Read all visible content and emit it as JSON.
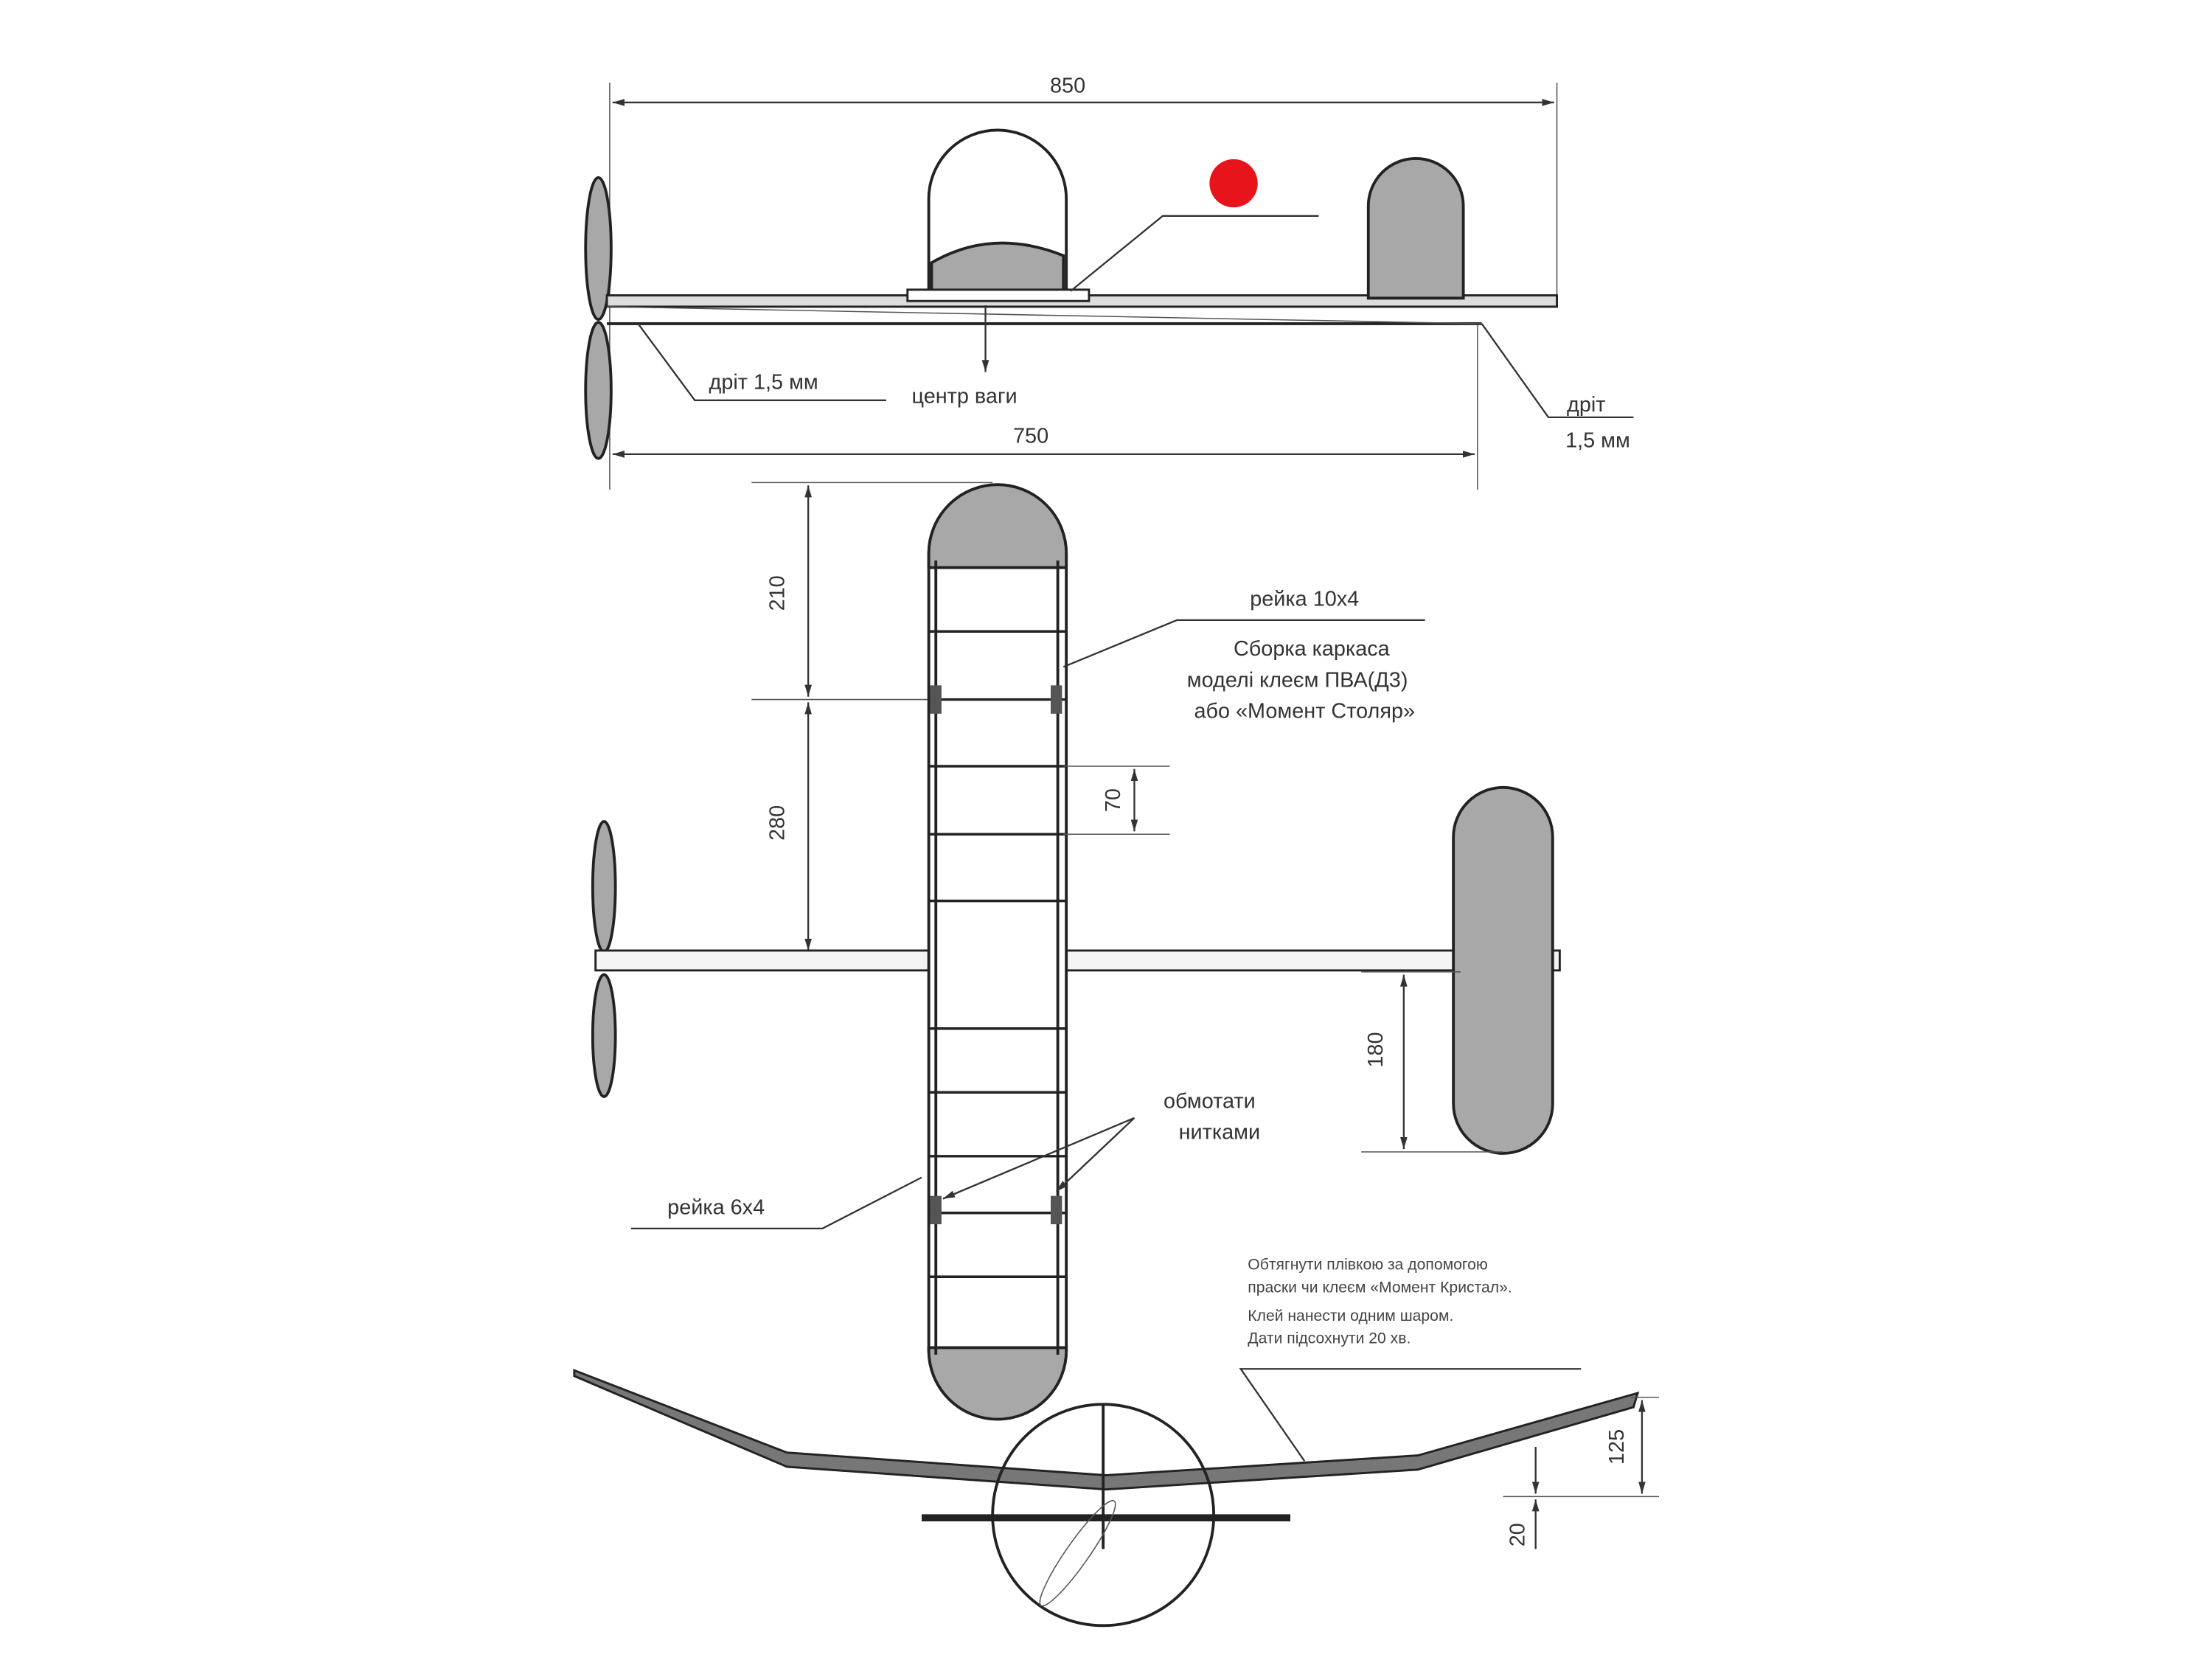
{
  "side_view": {
    "dim_overall": "850",
    "dim_fuselage": "750",
    "wire_left": "дріт 1,5 мм",
    "center_of_gravity": "центр ваги",
    "wire_right_line1": "дріт",
    "wire_right_line2": "1,5 мм",
    "marker_color": "#e8141b"
  },
  "top_view": {
    "dim_wing_tip": "210",
    "dim_wing_inner": "280",
    "dim_rib_spacing": "70",
    "dim_stabilizer": "180",
    "spar_label": "рейка 10x4",
    "assembly_note": [
      "Сборка каркаса",
      "моделі клеєм ПВА(Д3)",
      "або «Момент Столяр»"
    ],
    "wrap_note": [
      "обмотати",
      "нитками"
    ],
    "rib_label": "рейка 6x4"
  },
  "front_view": {
    "covering_note": [
      "Обтягнути плівкою за допомогою",
      "праски чи клеєм «Момент Кристал»."
    ],
    "glue_note": [
      "Клей нанести одним шаром.",
      "Дати підсохнути 20 хв."
    ],
    "dim_dihedral": "125",
    "dim_center": "20"
  }
}
